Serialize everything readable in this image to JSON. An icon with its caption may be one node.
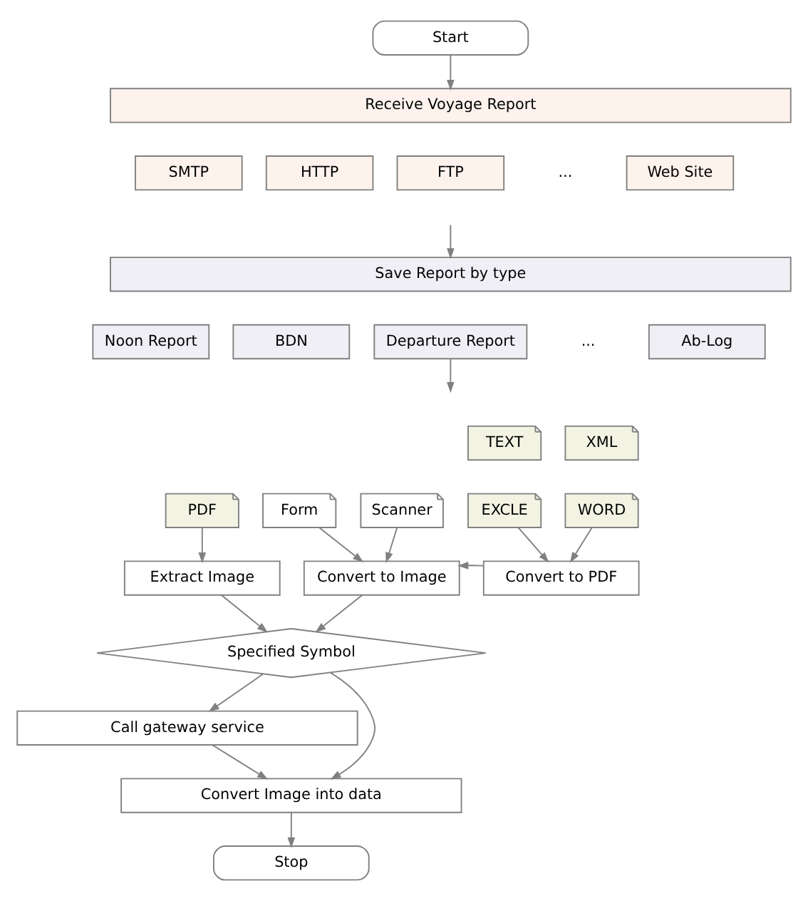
{
  "diagram": {
    "nodes": [
      {
        "text": [
          "Start"
        ]
      },
      {
        "text": [
          "Receive Voyage Report"
        ]
      },
      {
        "text": [
          "SMTP"
        ]
      },
      {
        "text": [
          "HTTP"
        ]
      },
      {
        "text": [
          "FTP"
        ]
      },
      {
        "text": [
          "Web Site"
        ]
      },
      {
        "text": [
          "Save Report by type"
        ]
      },
      {
        "text": [
          "Noon Report"
        ]
      },
      {
        "text": [
          "BDN"
        ]
      },
      {
        "text": [
          "Departure Report"
        ]
      },
      {
        "text": [
          "Ab-Log"
        ]
      },
      {
        "text": [
          "PDF"
        ]
      },
      {
        "text": [
          "Form"
        ]
      },
      {
        "text": [
          "Scanner"
        ]
      },
      {
        "text": [
          "TEXT"
        ]
      },
      {
        "text": [
          "XML"
        ]
      },
      {
        "text": [
          "EXCLE"
        ]
      },
      {
        "text": [
          "WORD"
        ]
      },
      {
        "text": [
          "Extract Image"
        ]
      },
      {
        "text": [
          "Convert to Image"
        ]
      },
      {
        "text": [
          "Convert to PDF"
        ]
      },
      {
        "text": [
          "Specified Symbol"
        ]
      },
      {
        "text": [
          "Call gateway service"
        ]
      },
      {
        "text": [
          "Convert Image into data"
        ]
      },
      {
        "text": [
          "Stop"
        ]
      }
    ],
    "edges": [
      {
        "from": 0,
        "to": 1,
        "arrow": "to"
      },
      {
        "from": null,
        "to": 6,
        "arrow": "to"
      },
      {
        "from": 9,
        "to": null,
        "arrow": "to"
      },
      {
        "from": 11,
        "to": 18,
        "arrow": "to"
      },
      {
        "from": 12,
        "to": 19,
        "arrow": "to"
      },
      {
        "from": 13,
        "to": 19,
        "arrow": "to"
      },
      {
        "from": 16,
        "to": 20,
        "arrow": "to"
      },
      {
        "from": 17,
        "to": 20,
        "arrow": "to"
      },
      {
        "from": 20,
        "to": 19,
        "arrow": "to"
      },
      {
        "from": 18,
        "to": 21,
        "arrow": "to"
      },
      {
        "from": 19,
        "to": 21,
        "arrow": "to"
      },
      {
        "from": 21,
        "to": 22,
        "arrow": "to"
      },
      {
        "from": 21,
        "to": 23,
        "arrow": "to"
      },
      {
        "from": 22,
        "to": 23,
        "arrow": "to"
      },
      {
        "from": 23,
        "to": 24,
        "arrow": "to"
      }
    ],
    "labels": [
      "...",
      "..."
    ]
  }
}
